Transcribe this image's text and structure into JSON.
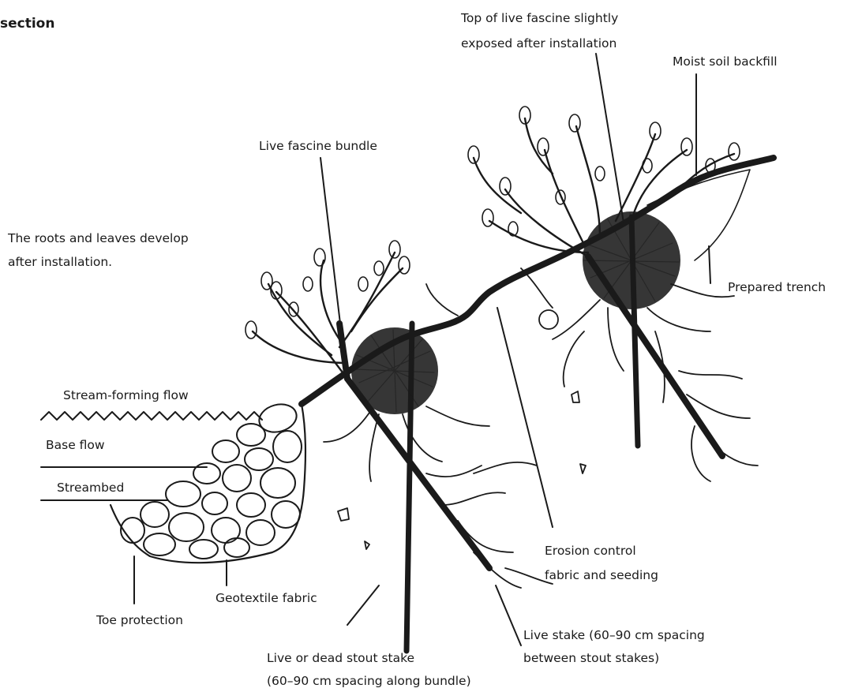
{
  "title": "section",
  "labels": {
    "top_of_fascine": [
      "Top of live fascine slightly",
      "exposed after installation"
    ],
    "moist_soil": "Moist soil backfill",
    "fascine_bundle": "Live fascine bundle",
    "roots_leaves": [
      "The roots and leaves develop",
      "after installation."
    ],
    "prepared_trench": "Prepared trench",
    "stream_flow": "Stream-forming flow",
    "base_flow": "Base flow",
    "streambed": "Streambed",
    "erosion_control": [
      "Erosion control",
      "fabric and seeding"
    ],
    "geotextile": "Geotextile fabric",
    "toe_protection": "Toe protection",
    "live_stake": [
      "Live stake (60–90 cm spacing",
      "between stout stakes)"
    ],
    "stout_stake": [
      "Live or dead stout stake",
      "(60–90 cm spacing along bundle)"
    ]
  }
}
